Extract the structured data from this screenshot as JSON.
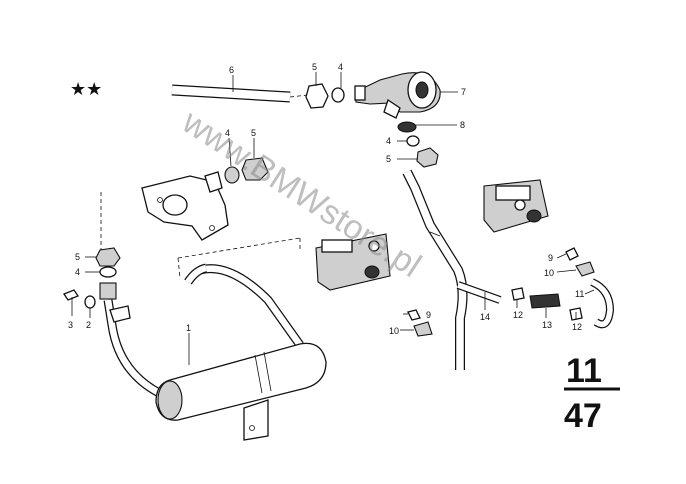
{
  "markers": {
    "stars": "★★"
  },
  "watermark": "www.BMWstore.pl",
  "group_number": {
    "top": "11",
    "bottom": "47"
  },
  "callouts": {
    "c1": "1",
    "c2": "2",
    "c3": "3",
    "c4a": "4",
    "c4b": "4",
    "c4c": "4",
    "c4d": "4",
    "c5a": "5",
    "c5b": "5",
    "c5c": "5",
    "c5d": "5",
    "c6": "6",
    "c7": "7",
    "c8": "8",
    "c9a": "9",
    "c9b": "9",
    "c10a": "10",
    "c10b": "10",
    "c11": "11",
    "c12a": "12",
    "c12b": "12",
    "c13": "13",
    "c14": "14"
  }
}
